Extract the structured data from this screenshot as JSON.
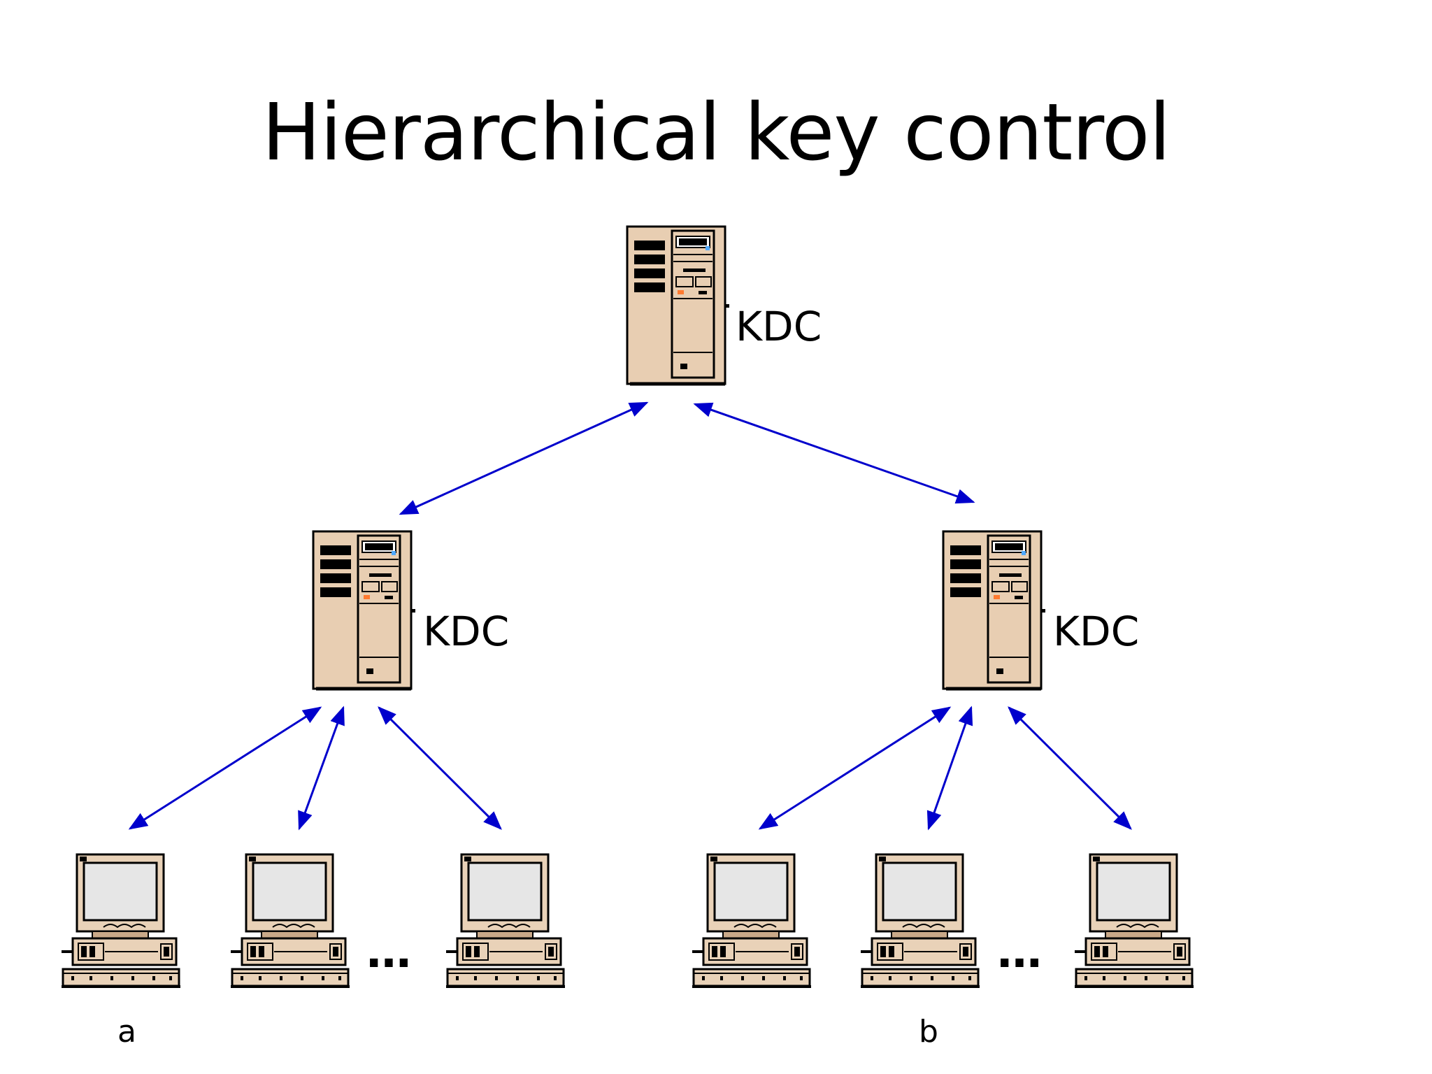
{
  "slide": {
    "title": "Hierarchical key control",
    "nodes": {
      "root": {
        "label": "KDC"
      },
      "left": {
        "label": "KDC"
      },
      "right": {
        "label": "KDC"
      }
    },
    "hosts": {
      "left_group_label": "a",
      "right_group_label": "b",
      "ellipsis": "…"
    }
  },
  "colors": {
    "arrow": "#0000cc",
    "server_body": "#e8ceb2",
    "monitor_body": "#e9d2b8",
    "screen": "#e6e6e6"
  },
  "icons": {
    "server": "server-tower-icon",
    "workstation": "desktop-computer-icon"
  }
}
